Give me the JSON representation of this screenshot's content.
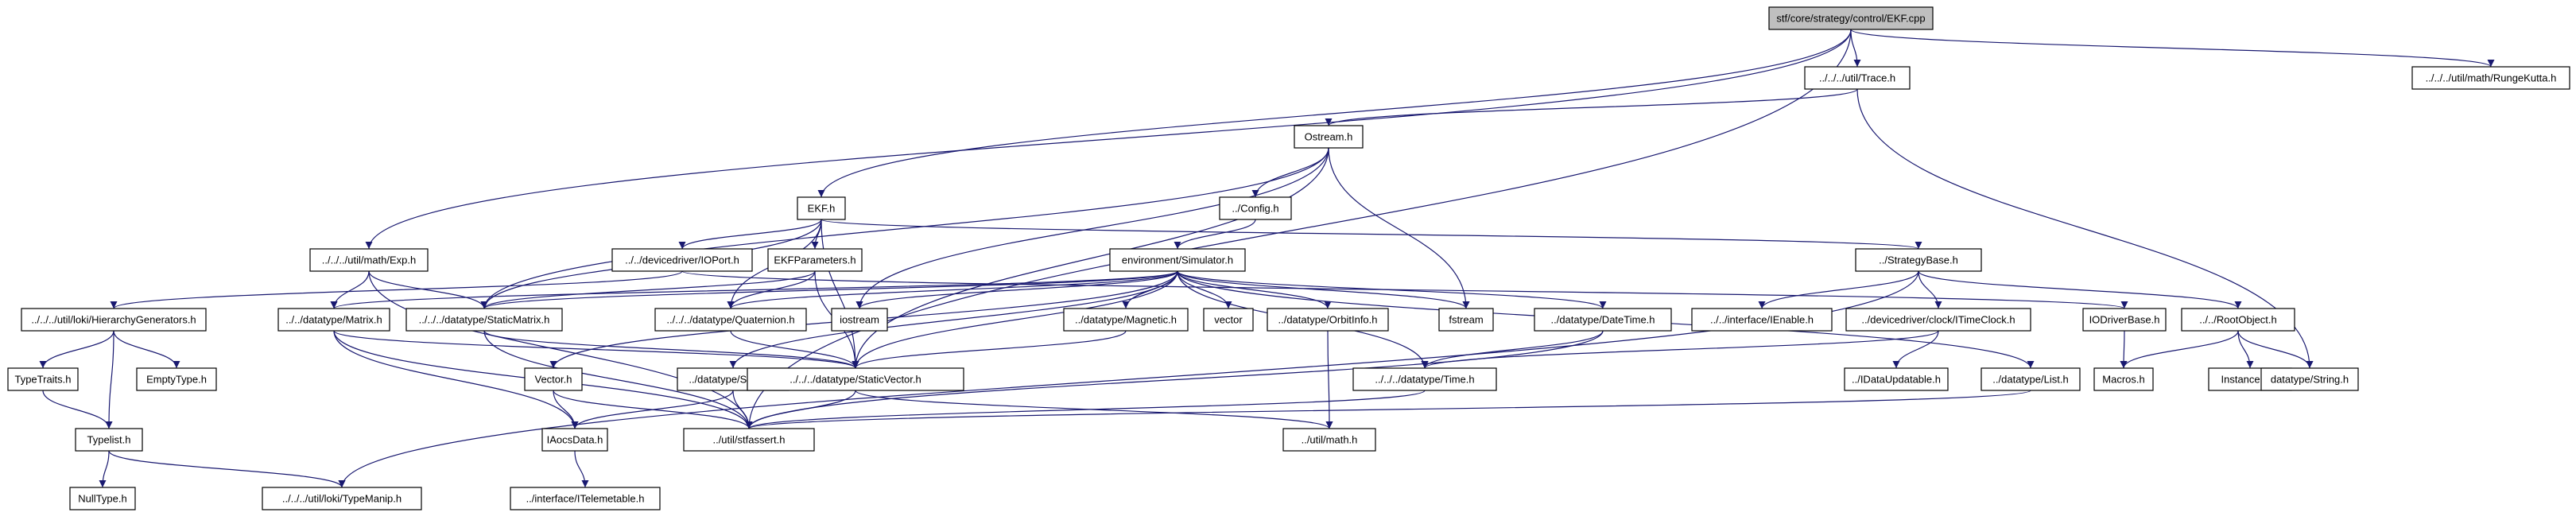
{
  "graph": {
    "colors": {
      "edge": "#191970",
      "node_fill": "#ffffff",
      "root_fill": "#bfbfbf",
      "node_border": "#000000",
      "ghost_border": "#bfbfbf"
    },
    "nodes": [
      {
        "id": "ekf_cpp",
        "label": "stf/core/strategy/control/EKF.cpp",
        "style": "root"
      },
      {
        "id": "trace",
        "label": "../../../util/Trace.h"
      },
      {
        "id": "runge",
        "label": "../../../util/math/RungeKutta.h"
      },
      {
        "id": "ostream",
        "label": "Ostream.h"
      },
      {
        "id": "ekf_h",
        "label": "EKF.h"
      },
      {
        "id": "config",
        "label": "../Config.h"
      },
      {
        "id": "exp",
        "label": "../../../util/math/Exp.h"
      },
      {
        "id": "ioport",
        "label": "../../devicedriver/IOPort.h"
      },
      {
        "id": "ekfparams",
        "label": "EKFParameters.h"
      },
      {
        "id": "simulator",
        "label": "environment/Simulator.h"
      },
      {
        "id": "strategybase",
        "label": "../StrategyBase.h"
      },
      {
        "id": "hiergen",
        "label": "../../../util/loki/HierarchyGenerators.h"
      },
      {
        "id": "matrix",
        "label": "../../datatype/Matrix.h"
      },
      {
        "id": "staticmatrix",
        "label": "../../../datatype/StaticMatrix.h"
      },
      {
        "id": "quaternion",
        "label": "../../../datatype/Quaternion.h"
      },
      {
        "id": "iostream",
        "label": "iostream",
        "style": "ghost"
      },
      {
        "id": "magnetic",
        "label": "../datatype/Magnetic.h"
      },
      {
        "id": "vector",
        "label": "vector",
        "style": "ghost"
      },
      {
        "id": "orbitinfo",
        "label": "../datatype/OrbitInfo.h"
      },
      {
        "id": "fstream",
        "label": "fstream",
        "style": "ghost"
      },
      {
        "id": "datetime",
        "label": "../datatype/DateTime.h"
      },
      {
        "id": "ienable",
        "label": "../../interface/IEnable.h"
      },
      {
        "id": "iclock",
        "label": "../devicedriver/clock/ITimeClock.h"
      },
      {
        "id": "iodriver",
        "label": "IODriverBase.h"
      },
      {
        "id": "rootobject",
        "label": "../../RootObject.h"
      },
      {
        "id": "typetraits",
        "label": "TypeTraits.h"
      },
      {
        "id": "emptytype",
        "label": "EmptyType.h"
      },
      {
        "id": "vectorh",
        "label": "Vector.h"
      },
      {
        "id": "scalar",
        "label": "../datatype/Scalar.h"
      },
      {
        "id": "staticvector",
        "label": "../../../datatype/StaticVector.h"
      },
      {
        "id": "time",
        "label": "../../../datatype/Time.h"
      },
      {
        "id": "dataupdatable",
        "label": "../IDataUpdatable.h"
      },
      {
        "id": "list",
        "label": "../datatype/List.h"
      },
      {
        "id": "macros",
        "label": "Macros.h"
      },
      {
        "id": "instanceid",
        "label": "InstanceID.h"
      },
      {
        "id": "string",
        "label": "datatype/String.h"
      },
      {
        "id": "typelist",
        "label": "Typelist.h"
      },
      {
        "id": "iaocsdata",
        "label": "IAocsData.h"
      },
      {
        "id": "stfassert",
        "label": "../util/stfassert.h"
      },
      {
        "id": "math",
        "label": "../util/math.h"
      },
      {
        "id": "nulltype",
        "label": "NullType.h"
      },
      {
        "id": "typemanip",
        "label": "../../../util/loki/TypeManip.h"
      },
      {
        "id": "itelemetable",
        "label": "../interface/ITelemetable.h"
      }
    ],
    "edges": [
      [
        "ekf_cpp",
        "trace"
      ],
      [
        "ekf_cpp",
        "runge"
      ],
      [
        "ekf_cpp",
        "ekf_h"
      ],
      [
        "ekf_cpp",
        "exp"
      ],
      [
        "ekf_cpp",
        "stfassert"
      ],
      [
        "trace",
        "ostream"
      ],
      [
        "trace",
        "string"
      ],
      [
        "ostream",
        "config"
      ],
      [
        "ostream",
        "staticmatrix"
      ],
      [
        "ostream",
        "iostream"
      ],
      [
        "ostream",
        "fstream"
      ],
      [
        "ostream",
        "staticvector"
      ],
      [
        "ekf_h",
        "ioport"
      ],
      [
        "ekf_h",
        "ekfparams"
      ],
      [
        "ekf_h",
        "staticmatrix"
      ],
      [
        "ekf_h",
        "quaternion"
      ],
      [
        "ekf_h",
        "strategybase"
      ],
      [
        "ekf_h",
        "staticvector"
      ],
      [
        "config",
        "simulator"
      ],
      [
        "exp",
        "matrix"
      ],
      [
        "exp",
        "staticmatrix"
      ],
      [
        "exp",
        "stfassert"
      ],
      [
        "ioport",
        "hiergen"
      ],
      [
        "ioport",
        "iodriver"
      ],
      [
        "ekfparams",
        "staticmatrix"
      ],
      [
        "ekfparams",
        "quaternion"
      ],
      [
        "ekfparams",
        "staticvector"
      ],
      [
        "simulator",
        "matrix"
      ],
      [
        "simulator",
        "staticmatrix"
      ],
      [
        "simulator",
        "quaternion"
      ],
      [
        "simulator",
        "iostream"
      ],
      [
        "simulator",
        "magnetic"
      ],
      [
        "simulator",
        "vector"
      ],
      [
        "simulator",
        "orbitinfo"
      ],
      [
        "simulator",
        "fstream"
      ],
      [
        "simulator",
        "datetime"
      ],
      [
        "simulator",
        "list"
      ],
      [
        "simulator",
        "staticvector"
      ],
      [
        "simulator",
        "vectorh"
      ],
      [
        "simulator",
        "scalar"
      ],
      [
        "simulator",
        "time"
      ],
      [
        "strategybase",
        "ienable"
      ],
      [
        "strategybase",
        "iclock"
      ],
      [
        "strategybase",
        "rootobject"
      ],
      [
        "strategybase",
        "typemanip"
      ],
      [
        "hiergen",
        "typetraits"
      ],
      [
        "hiergen",
        "emptytype"
      ],
      [
        "hiergen",
        "typelist"
      ],
      [
        "matrix",
        "staticvector"
      ],
      [
        "matrix",
        "iaocsdata"
      ],
      [
        "matrix",
        "stfassert"
      ],
      [
        "staticmatrix",
        "staticvector"
      ],
      [
        "staticmatrix",
        "stfassert"
      ],
      [
        "quaternion",
        "staticvector"
      ],
      [
        "magnetic",
        "staticvector"
      ],
      [
        "orbitinfo",
        "math"
      ],
      [
        "datetime",
        "time"
      ],
      [
        "datetime",
        "stfassert"
      ],
      [
        "iclock",
        "time"
      ],
      [
        "iclock",
        "dataupdatable"
      ],
      [
        "iodriver",
        "macros"
      ],
      [
        "rootobject",
        "macros"
      ],
      [
        "rootobject",
        "instanceid"
      ],
      [
        "rootobject",
        "string"
      ],
      [
        "typetraits",
        "typelist"
      ],
      [
        "vectorh",
        "iaocsdata"
      ],
      [
        "vectorh",
        "stfassert"
      ],
      [
        "scalar",
        "iaocsdata"
      ],
      [
        "scalar",
        "stfassert"
      ],
      [
        "staticvector",
        "stfassert"
      ],
      [
        "staticvector",
        "math"
      ],
      [
        "time",
        "stfassert"
      ],
      [
        "list",
        "stfassert"
      ],
      [
        "typelist",
        "nulltype"
      ],
      [
        "typelist",
        "typemanip"
      ],
      [
        "iaocsdata",
        "itelemetable"
      ]
    ]
  }
}
